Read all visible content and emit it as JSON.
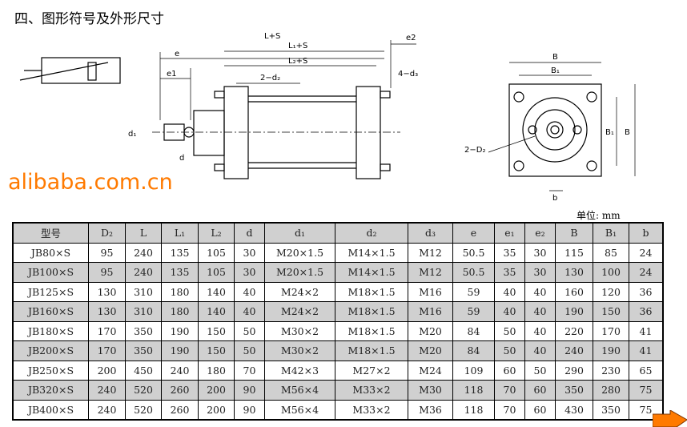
{
  "title": "四、图形符号及外形尺寸",
  "drawing_labels": {
    "LS": "L+S",
    "L1S": "L₁+S",
    "L2S": "L₂+S",
    "e": "e",
    "e1": "e1",
    "e2": "e2",
    "d2": "2−d₂",
    "d3": "4−d₃",
    "d1": "d₁",
    "d": "d",
    "B": "B",
    "B1": "B₁",
    "D2": "2−D₂",
    "b": "b"
  },
  "unit": "单位: mm",
  "table": {
    "headers": [
      "型号",
      "D₂",
      "L",
      "L₁",
      "L₂",
      "d",
      "d₁",
      "d₂",
      "d₃",
      "e",
      "e₁",
      "e₂",
      "B",
      "B₁",
      "b"
    ],
    "rows": [
      [
        "JB80×S",
        "95",
        "240",
        "135",
        "105",
        "30",
        "M20×1.5",
        "M14×1.5",
        "M12",
        "50.5",
        "35",
        "30",
        "115",
        "85",
        "24"
      ],
      [
        "JB100×S",
        "95",
        "240",
        "135",
        "105",
        "30",
        "M20×1.5",
        "M14×1.5",
        "M12",
        "50.5",
        "35",
        "30",
        "130",
        "100",
        "24"
      ],
      [
        "JB125×S",
        "130",
        "310",
        "180",
        "140",
        "40",
        "M24×2",
        "M18×1.5",
        "M16",
        "59",
        "40",
        "40",
        "160",
        "120",
        "36"
      ],
      [
        "JB160×S",
        "130",
        "310",
        "180",
        "140",
        "40",
        "M24×2",
        "M18×1.5",
        "M16",
        "59",
        "40",
        "40",
        "190",
        "150",
        "36"
      ],
      [
        "JB180×S",
        "170",
        "350",
        "190",
        "150",
        "50",
        "M30×2",
        "M18×1.5",
        "M20",
        "84",
        "50",
        "40",
        "220",
        "170",
        "41"
      ],
      [
        "JB200×S",
        "170",
        "350",
        "190",
        "150",
        "50",
        "M30×2",
        "M18×1.5",
        "M20",
        "84",
        "50",
        "40",
        "240",
        "190",
        "41"
      ],
      [
        "JB250×S",
        "200",
        "450",
        "240",
        "180",
        "70",
        "M42×3",
        "M27×2",
        "M24",
        "109",
        "60",
        "50",
        "290",
        "230",
        "65"
      ],
      [
        "JB320×S",
        "240",
        "520",
        "260",
        "200",
        "90",
        "M56×4",
        "M33×2",
        "M30",
        "118",
        "70",
        "60",
        "350",
        "280",
        "75"
      ],
      [
        "JB400×S",
        "240",
        "520",
        "260",
        "200",
        "90",
        "M56×4",
        "M33×2",
        "M36",
        "118",
        "70",
        "60",
        "430",
        "350",
        "75"
      ]
    ]
  },
  "watermark": "alibaba.com.cn"
}
